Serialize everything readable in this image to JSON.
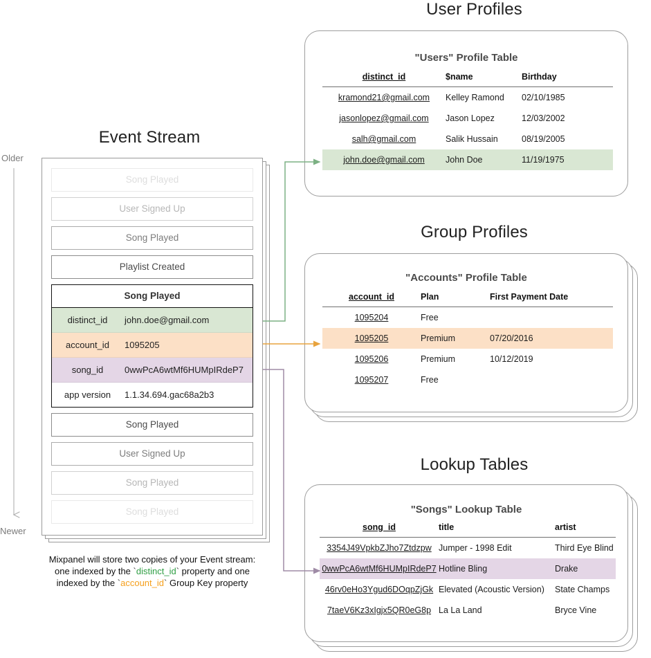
{
  "sections": {
    "event_stream_title": "Event Stream",
    "user_profiles_title": "User Profiles",
    "group_profiles_title": "Group Profiles",
    "lookup_tables_title": "Lookup Tables"
  },
  "time_axis": {
    "older": "Older",
    "newer": "Newer"
  },
  "event_stream": {
    "events_above": [
      {
        "label": "Song Played",
        "fade": "f1"
      },
      {
        "label": "User Signed Up",
        "fade": "f2"
      },
      {
        "label": "Song Played",
        "fade": "f3"
      },
      {
        "label": "Playlist Created",
        "fade": "f4"
      }
    ],
    "selected_event": {
      "name": "Song Played",
      "properties": [
        {
          "key": "distinct_id",
          "value": "john.doe@gmail.com",
          "highlight": "green"
        },
        {
          "key": "account_id",
          "value": "1095205",
          "highlight": "orange"
        },
        {
          "key": "song_id",
          "value": "0wwPcA6wtMf6HUMpIRdeP7",
          "highlight": "purple"
        },
        {
          "key": "app version",
          "value": "1.1.34.694.gac68a2b3",
          "highlight": "none"
        }
      ]
    },
    "events_below": [
      {
        "label": "Song Played",
        "fade": "f4"
      },
      {
        "label": "User Signed Up",
        "fade": "f3"
      },
      {
        "label": "Song Played",
        "fade": "f2"
      },
      {
        "label": "Song Played",
        "fade": "f1"
      }
    ]
  },
  "caption": {
    "line1": "Mixpanel will store two copies of your Event stream:",
    "line2_a": "one indexed by the ",
    "line2_code": "distinct_id",
    "line2_b": " property and one",
    "line3_a": "indexed by the ",
    "line3_code": "account_id",
    "line3_b": " Group Key property",
    "backtick": "`"
  },
  "users_table": {
    "title": "\"Users\" Profile Table",
    "columns": [
      "distinct_id",
      "$name",
      "Birthday"
    ],
    "rows": [
      {
        "cells": [
          "kramond21@gmail.com",
          "Kelley Ramond",
          "02/10/1985"
        ],
        "highlight": "none"
      },
      {
        "cells": [
          "jasonlopez@gmail.com",
          "Jason Lopez",
          "12/03/2002"
        ],
        "highlight": "none"
      },
      {
        "cells": [
          "salh@gmail.com",
          "Salik Hussain",
          "08/19/2005"
        ],
        "highlight": "none"
      },
      {
        "cells": [
          "john.doe@gmail.com",
          "John Doe",
          "11/19/1975"
        ],
        "highlight": "green"
      }
    ]
  },
  "accounts_table": {
    "title": "\"Accounts\" Profile Table",
    "columns": [
      "account_id",
      "Plan",
      "First Payment Date"
    ],
    "rows": [
      {
        "cells": [
          "1095204",
          "Free",
          ""
        ],
        "highlight": "none"
      },
      {
        "cells": [
          "1095205",
          "Premium",
          "07/20/2016"
        ],
        "highlight": "orange"
      },
      {
        "cells": [
          "1095206",
          "Premium",
          "10/12/2019"
        ],
        "highlight": "none"
      },
      {
        "cells": [
          "1095207",
          "Free",
          ""
        ],
        "highlight": "none"
      }
    ]
  },
  "songs_table": {
    "title": "\"Songs\" Lookup Table",
    "columns": [
      "song_id",
      "title",
      "artist"
    ],
    "rows": [
      {
        "cells": [
          "3354J49VpkbZJho7Ztdzpw",
          "Jumper - 1998 Edit",
          "Third Eye Blind"
        ],
        "highlight": "none"
      },
      {
        "cells": [
          "0wwPcA6wtMf6HUMpIRdeP7",
          "Hotline Bling",
          "Drake"
        ],
        "highlight": "purple"
      },
      {
        "cells": [
          "46rv0eHo3Ygud6DOqpZjGk",
          "Elevated (Acoustic Version)",
          "State Champs"
        ],
        "highlight": "none"
      },
      {
        "cells": [
          "7taeV6Kz3xIgjx5QR0eG8p",
          "La La Land",
          "Bryce Vine"
        ],
        "highlight": "none"
      }
    ]
  },
  "colors": {
    "green_highlight": "#d9e7d3",
    "orange_highlight": "#fce0c6",
    "purple_highlight": "#e4d6e6",
    "green_connector": "#7cb083",
    "orange_connector": "#e8a33d",
    "purple_connector": "#9f8ba6",
    "card_border": "#9d9d9d",
    "axis_gray": "#b0b0b0"
  }
}
